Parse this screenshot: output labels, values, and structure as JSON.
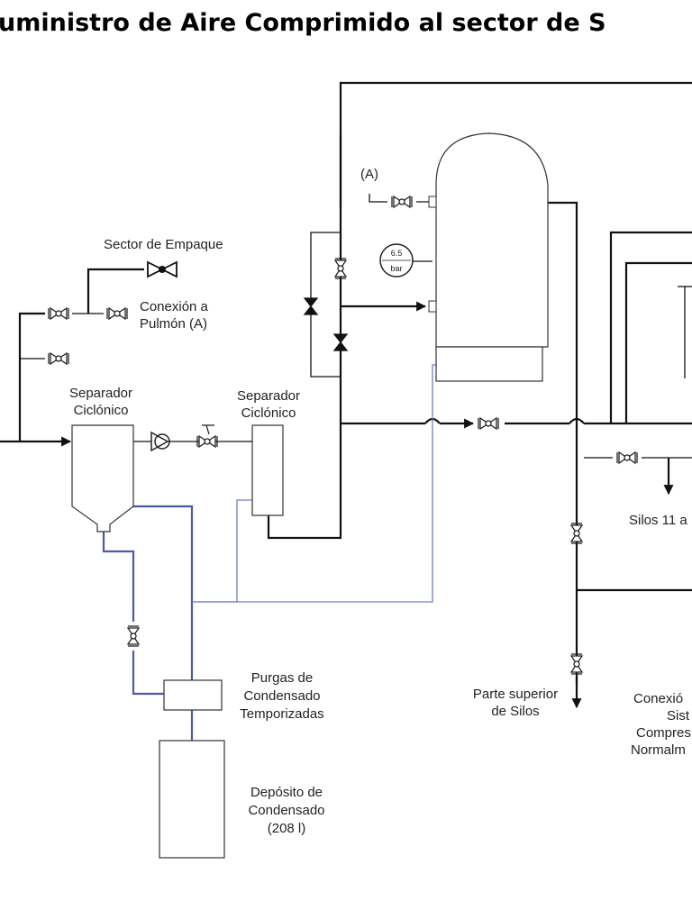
{
  "title": "uministro de Aire Comprimido al sector de S",
  "labels": {
    "sector_empaque": "Sector de Empaque",
    "conexion_pulmon_1": "Conexión a",
    "conexion_pulmon_2": "Pulmón (A)",
    "separador1_1": "Separador",
    "separador1_2": "Ciclónico",
    "separador2_1": "Separador",
    "separador2_2": "Ciclónico",
    "tank_ref": "(A)",
    "gauge_value": "6.5",
    "gauge_unit": "bar",
    "silos": "Silos 11 a",
    "parte_superior_1": "Parte superior",
    "parte_superior_2": "de Silos",
    "purgas_1": "Purgas de",
    "purgas_2": "Condensado",
    "purgas_3": "Temporizadas",
    "deposito_1": "Depósito de",
    "deposito_2": "Condensado",
    "deposito_3": "(208 l)",
    "conexion_1": "Conexió",
    "conexion_2": "Sist",
    "conexion_3": "Compres",
    "conexion_4": "Normalm"
  },
  "colors": {
    "air_line": "#111111",
    "condensate_line": "#4a5ba8"
  },
  "icons": [
    "valve-icon",
    "check-valve-icon",
    "pressure-gauge-icon",
    "flow-arrow-icon"
  ]
}
